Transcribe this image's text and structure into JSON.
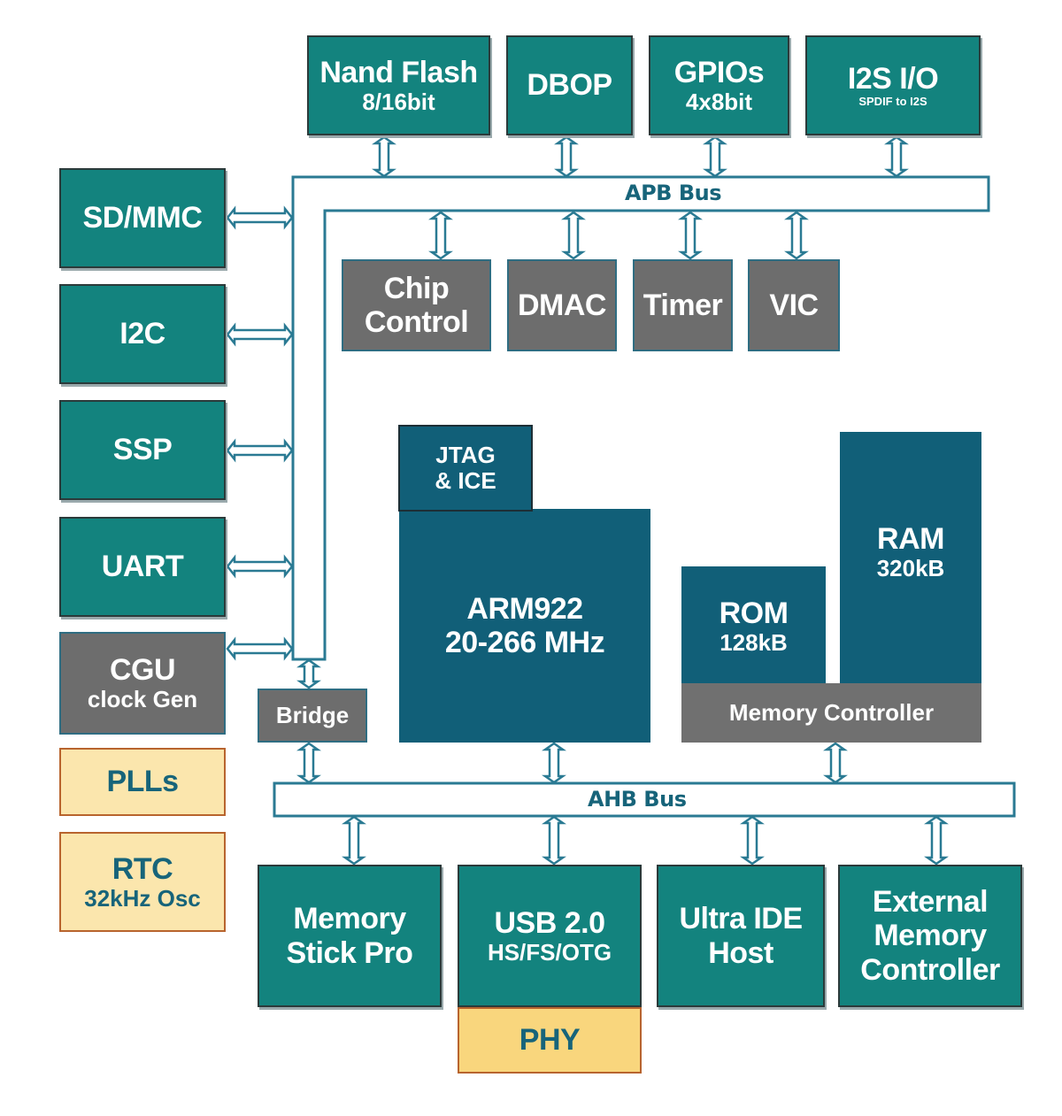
{
  "diagram": {
    "colors": {
      "peripheral_teal": "#13837e",
      "core_blue": "#115f78",
      "grey_block": "#6d6d6d",
      "cream_block": "#fbe6ad",
      "phy_block": "#f9d67d",
      "bus_line": "#2a7a93",
      "text_dark": "#17647a"
    },
    "apb_bus": {
      "label": "APB Bus"
    },
    "ahb_bus": {
      "label": "AHB Bus"
    },
    "top_peripherals": [
      {
        "title": "Nand Flash",
        "subtitle": "8/16bit"
      },
      {
        "title": "DBOP",
        "subtitle": ""
      },
      {
        "title": "GPIOs",
        "subtitle": "4x8bit"
      },
      {
        "title": "I2S I/O",
        "subtitle": "SPDIF to I2S"
      }
    ],
    "left_peripherals": [
      {
        "title": "SD/MMC"
      },
      {
        "title": "I2C"
      },
      {
        "title": "SSP"
      },
      {
        "title": "UART"
      }
    ],
    "cgu": {
      "title": "CGU",
      "subtitle": "clock Gen"
    },
    "plls": {
      "title": "PLLs"
    },
    "rtc": {
      "title": "RTC",
      "subtitle": "32kHz Osc"
    },
    "apb_internal": [
      {
        "title": "Chip",
        "subtitle": "Control"
      },
      {
        "title": "DMAC"
      },
      {
        "title": "Timer"
      },
      {
        "title": "VIC"
      }
    ],
    "bridge": {
      "title": "Bridge"
    },
    "jtag": {
      "line1": "JTAG",
      "line2": "& ICE"
    },
    "cpu": {
      "title": "ARM922",
      "subtitle": "20-266 MHz"
    },
    "rom": {
      "title": "ROM",
      "subtitle": "128kB"
    },
    "ram": {
      "title": "RAM",
      "subtitle": "320kB"
    },
    "memory_controller": {
      "title": "Memory Controller"
    },
    "ahb_peripherals": [
      {
        "line1": "Memory",
        "line2": "Stick Pro",
        "line3": ""
      },
      {
        "line1": "USB 2.0",
        "line2": "HS/FS/OTG",
        "line3": ""
      },
      {
        "line1": "Ultra IDE",
        "line2": "Host",
        "line3": ""
      },
      {
        "line1": "External",
        "line2": "Memory",
        "line3": "Controller"
      }
    ],
    "phy": {
      "title": "PHY"
    }
  }
}
